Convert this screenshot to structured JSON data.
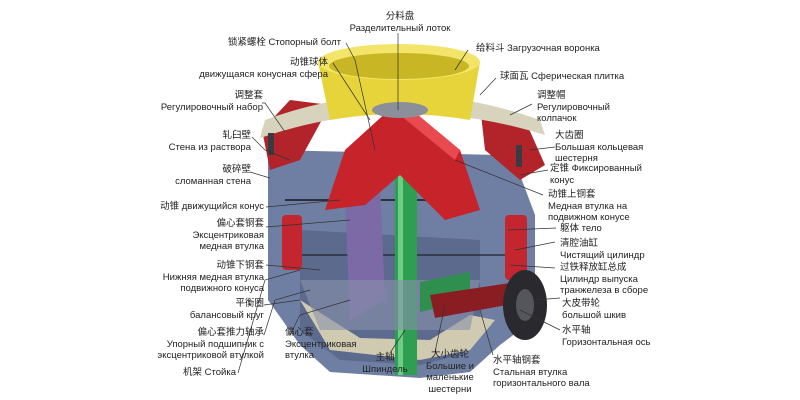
{
  "labels": {
    "lock_bolt": {
      "cn": "锁紧螺栓",
      "ru": "Стопорный болт"
    },
    "distribution_plate": {
      "cn": "分料盘",
      "ru": "Разделительный лоток"
    },
    "feed_hopper": {
      "cn": "给料斗",
      "ru": "Загрузочная воронка"
    },
    "moving_cone_sphere": {
      "cn": "动锥球体",
      "ru": "движущаяся конусная сфера"
    },
    "spherical_tile": {
      "cn": "球面瓦",
      "ru": "Сферическая плитка"
    },
    "adjust_sleeve": {
      "cn": "调整套",
      "ru": "Регулировочный набор"
    },
    "adjust_cap": {
      "cn": "调整帽",
      "ru1": "Регулировочный",
      "ru2": "колпачок"
    },
    "mortar_wall": {
      "cn": "轧臼壁",
      "ru": "Стена из раствора"
    },
    "large_gear": {
      "cn": "大齿圈",
      "ru1": "Большая кольцевая",
      "ru2": "шестерня"
    },
    "breaking_wall": {
      "cn": "破碎壁",
      "ru": "сломанная стена"
    },
    "fixed_cone": {
      "cn": "定锥",
      "ru1": "Фиксированный",
      "ru2": "конус"
    },
    "moving_upper_bush": {
      "cn": "动锥上铜套",
      "ru1": "Медная втулка на",
      "ru2": "подвижном конусе"
    },
    "moving_cone": {
      "cn": "动锥",
      "ru": "движущийся конус"
    },
    "body": {
      "cn": "躯体",
      "ru": "тело"
    },
    "eccentric_bush": {
      "cn": "偏心套铜套",
      "ru1": "Эксцентриковая",
      "ru2": "медная втулка"
    },
    "cleaning_cylinder": {
      "cn": "清腔油缸",
      "ru": "Чистящий цилиндр"
    },
    "tramp_release": {
      "cn": "过铁释放缸总成",
      "ru1": "Цилиндр выпуска",
      "ru2": "транжелеза в сборе"
    },
    "lower_bush": {
      "cn": "动锥下铜套",
      "ru1": "Нижняя медная втулка",
      "ru2": "подвижного конуса"
    },
    "large_pulley": {
      "cn": "大皮带轮",
      "ru": "большой шкив"
    },
    "balance_ring": {
      "cn": "平衡圈",
      "ru": "балансовый круг"
    },
    "horizontal_shaft": {
      "cn": "水平轴",
      "ru": "Горизонтальная ось"
    },
    "thrust_bearing": {
      "cn": "偏心套推力轴承",
      "ru1": "Упорный подшипник с",
      "ru2": "эксцентриковой втулкой"
    },
    "eccentric_sleeve": {
      "cn": "偏心套",
      "ru1": "Эксцентриковая",
      "ru2": "втулка"
    },
    "frame": {
      "cn": "机架",
      "ru": "Стойка"
    },
    "main_shaft": {
      "cn": "主轴",
      "ru": "Шпиндель"
    },
    "gears": {
      "cn": "大小齿轮",
      "ru1": "Большие и",
      "ru2": "маленькие",
      "ru3": "шестерни"
    },
    "shaft_sleeve": {
      "cn": "水平轴钢套",
      "ru1": "Стальная втулка",
      "ru2": "горизонтального вала"
    }
  }
}
